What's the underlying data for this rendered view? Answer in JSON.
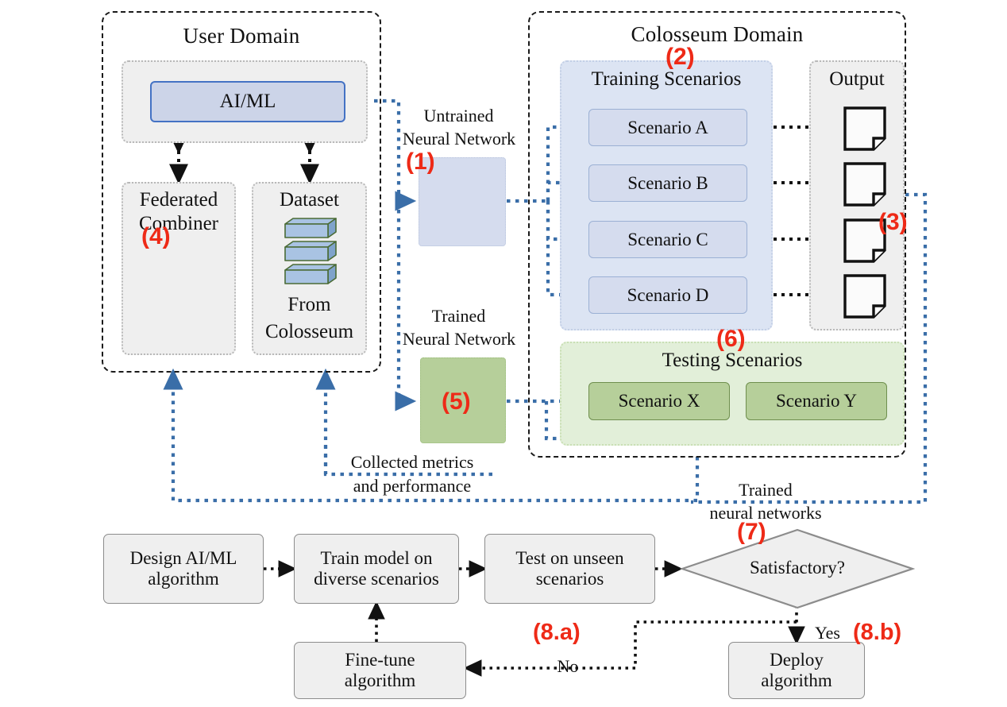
{
  "domains": {
    "user": {
      "title": "User Domain"
    },
    "colosseum": {
      "title": "Colosseum Domain"
    }
  },
  "user_domain": {
    "aiml_box": {
      "label": "AI/ML"
    },
    "federated": {
      "label_line1": "Federated",
      "label_line2": "Combiner"
    },
    "dataset": {
      "title": "Dataset",
      "source_line1": "From",
      "source_line2": "Colosseum",
      "icon": "database-stack-icon"
    }
  },
  "middle": {
    "untrained_nn": {
      "line1": "Untrained",
      "line2": "Neural Network"
    },
    "trained_nn": {
      "line1": "Trained",
      "line2": "Neural Network"
    },
    "metrics_caption": {
      "line1": "Collected metrics",
      "line2": "and performance"
    },
    "trained_networks_caption": {
      "line1": "Trained",
      "line2": "neural networks"
    }
  },
  "colosseum_domain": {
    "training": {
      "title": "Training Scenarios",
      "scenarios": [
        "Scenario A",
        "Scenario B",
        "Scenario C",
        "Scenario D"
      ]
    },
    "output": {
      "title": "Output",
      "documents": [
        "document-icon",
        "document-icon",
        "document-icon",
        "document-icon"
      ]
    },
    "testing": {
      "title": "Testing Scenarios",
      "scenarios": [
        "Scenario X",
        "Scenario Y"
      ]
    }
  },
  "flowchart": {
    "nodes": [
      {
        "id": "design",
        "line1": "Design AI/ML",
        "line2": "algorithm"
      },
      {
        "id": "train",
        "line1": "Train model on",
        "line2": "diverse scenarios"
      },
      {
        "id": "test",
        "line1": "Test on unseen",
        "line2": "scenarios"
      },
      {
        "id": "finetune",
        "line1": "Fine-tune",
        "line2": "algorithm"
      },
      {
        "id": "deploy",
        "line1": "Deploy",
        "line2": "algorithm"
      }
    ],
    "decision": {
      "label": "Satisfactory?"
    },
    "edge_labels": {
      "no": "No",
      "yes": "Yes"
    }
  },
  "steps": [
    {
      "id": "1",
      "label": "(1)"
    },
    {
      "id": "2",
      "label": "(2)"
    },
    {
      "id": "3",
      "label": "(3)"
    },
    {
      "id": "4",
      "label": "(4)"
    },
    {
      "id": "5",
      "label": "(5)"
    },
    {
      "id": "6",
      "label": "(6)"
    },
    {
      "id": "7",
      "label": "(7)"
    },
    {
      "id": "8a",
      "label": "(8.a)"
    },
    {
      "id": "8b",
      "label": "(8.b)"
    }
  ],
  "colors": {
    "step_marker": "#ee2a17",
    "blue_flow": "#3a6ea8",
    "black_flow": "#111111",
    "aiml_fill": "#ccd4e8",
    "aiml_border": "#4472c4",
    "training_panel": "#dce4f3",
    "testing_panel": "#e2efd9",
    "grey_panel": "#efefef"
  }
}
